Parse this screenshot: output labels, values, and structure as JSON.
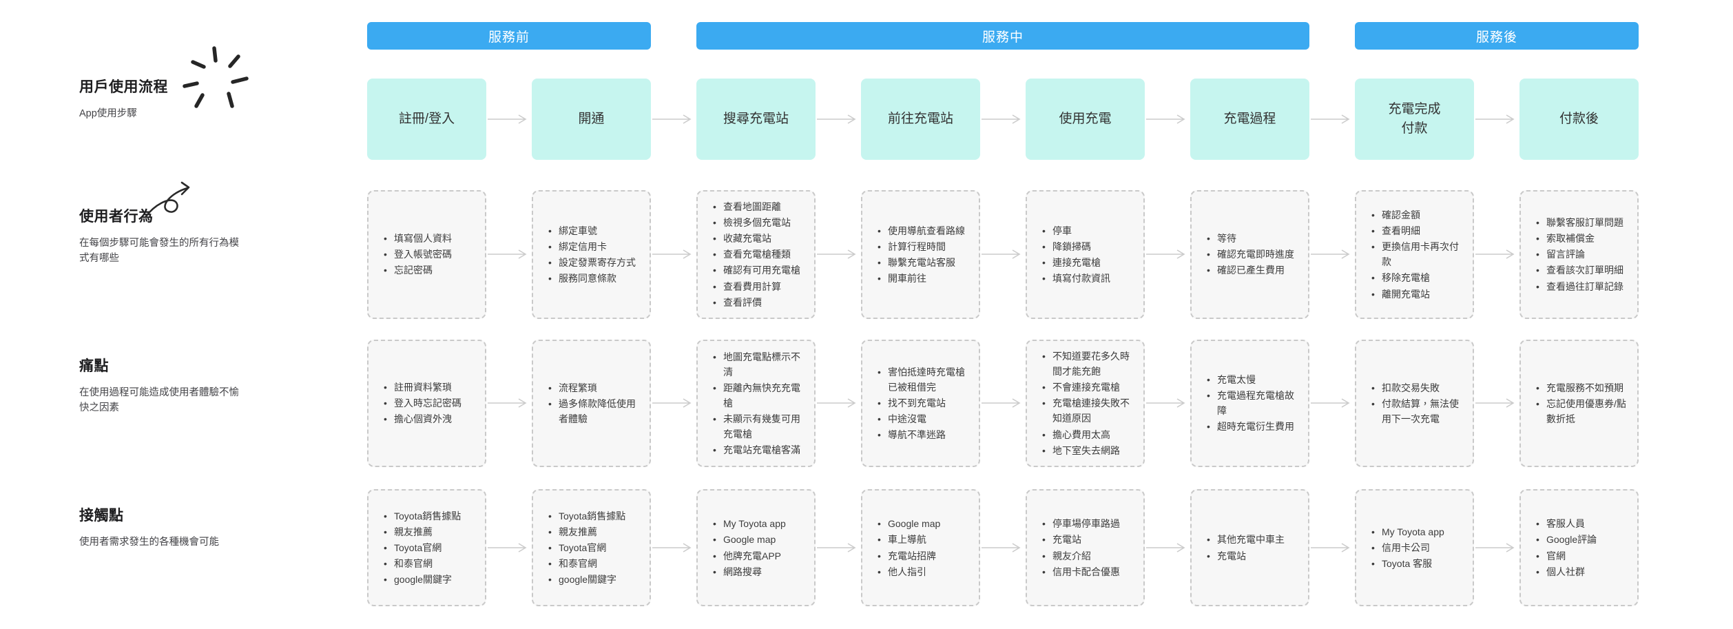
{
  "colors": {
    "background": "#FFFFFF",
    "phase_bar": "#3BAAF1",
    "stage_box": "#C6F5EF",
    "panel_bg": "#F7F7F7",
    "panel_border": "#C9C9C9",
    "arrow": "#CCCCCC"
  },
  "phases": [
    {
      "label": "服務前"
    },
    {
      "label": "服務中"
    },
    {
      "label": "服務後"
    }
  ],
  "rows": {
    "flow": {
      "title": "用戶使用流程",
      "subtitle": "App使用步驟",
      "steps": [
        "註冊/登入",
        "開通",
        "搜尋充電站",
        "前往充電站",
        "使用充電",
        "充電過程",
        "充電完成\n付款",
        "付款後"
      ]
    },
    "behaviors": {
      "title": "使用者行為",
      "subtitle": "在每個步驟可能會發生的所有行為模式有哪些",
      "columns": [
        [
          "填寫個人資料",
          "登入帳號密碼",
          "忘記密碼"
        ],
        [
          "綁定車號",
          "綁定信用卡",
          "設定發票寄存方式",
          "服務同意條款"
        ],
        [
          "查看地圖距離",
          "檢視多個充電站",
          "收藏充電站",
          "查看充電槍種類",
          "確認有可用充電槍",
          "查看費用計算",
          "查看評價"
        ],
        [
          "使用導航查看路線",
          "計算行程時間",
          "聯繫充電站客服",
          "開車前往"
        ],
        [
          "停車",
          "降鎖掃碼",
          "連接充電槍",
          "填寫付款資訊"
        ],
        [
          "等待",
          "確認充電即時進度",
          "確認已產生費用"
        ],
        [
          "確認金額",
          "查看明細",
          "更換信用卡再次付款",
          "移除充電槍",
          "離開充電站"
        ],
        [
          "聯繫客服訂單問題",
          "索取補償金",
          "留言評論",
          "查看該次訂單明細",
          "查看過往訂單記錄"
        ]
      ]
    },
    "pains": {
      "title": "痛點",
      "subtitle": "在使用過程可能造成使用者體驗不愉快之因素",
      "columns": [
        [
          "註冊資料繁瑣",
          "登入時忘記密碼",
          "擔心個資外洩"
        ],
        [
          "流程繁瑣",
          "過多條款降低使用者體驗"
        ],
        [
          "地圖充電點標示不清",
          "距離內無快充充電槍",
          "未顯示有幾隻可用充電槍",
          "充電站充電槍客滿"
        ],
        [
          "害怕抵達時充電槍已被租借完",
          "找不到充電站",
          "中途沒電",
          "導航不準迷路"
        ],
        [
          "不知道要花多久時間才能充飽",
          "不會連接充電槍",
          "充電槍連接失敗不知道原因",
          "擔心費用太高",
          "地下室失去網路"
        ],
        [
          "充電太慢",
          "充電過程充電槍故障",
          "超時充電衍生費用"
        ],
        [
          "扣款交易失敗",
          "付款結算，無法使用下一次充電"
        ],
        [
          "充電服務不如預期",
          "忘記使用優惠券/點數折抵"
        ]
      ]
    },
    "touchpoints": {
      "title": "接觸點",
      "subtitle": "使用者需求發生的各種機會可能",
      "columns": [
        [
          "Toyota銷售據點",
          "親友推薦",
          "Toyota官網",
          "和泰官網",
          "google關鍵字"
        ],
        [
          "Toyota銷售據點",
          "親友推薦",
          "Toyota官網",
          "和泰官網",
          "google關鍵字"
        ],
        [
          "My Toyota app",
          "Google map",
          "他牌充電APP",
          "網路搜尋"
        ],
        [
          "Google map",
          "車上導航",
          "充電站招牌",
          "他人指引"
        ],
        [
          "停車場停車路過",
          "充電站",
          "親友介紹",
          "信用卡配合優惠"
        ],
        [
          "其他充電中車主",
          "充電站"
        ],
        [
          "My Toyota app",
          "信用卡公司",
          "Toyota 客服"
        ],
        [
          "客服人員",
          "Google評論",
          "官網",
          "個人社群"
        ]
      ]
    }
  }
}
